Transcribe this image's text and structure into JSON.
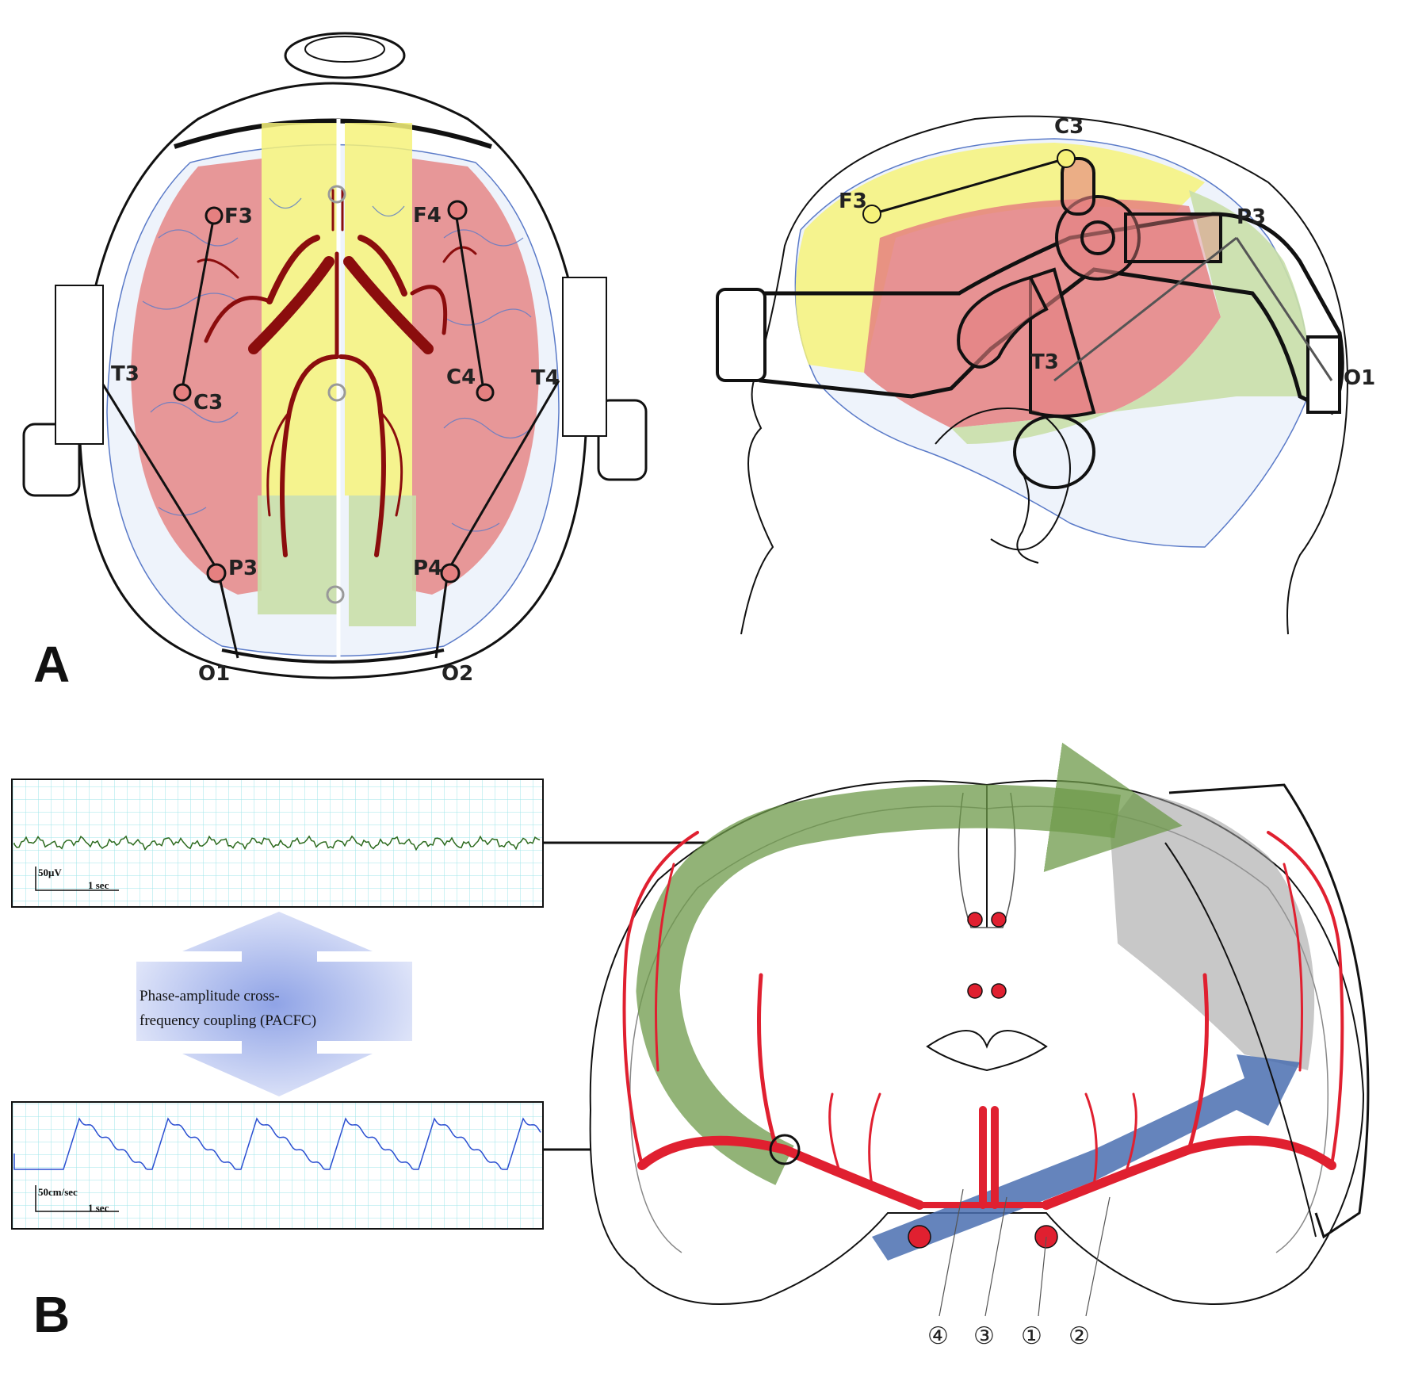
{
  "panels": {
    "a": "A",
    "b": "B"
  },
  "top_view_electrodes": {
    "f3": "F3",
    "f4": "F4",
    "t3": "T3",
    "t4": "T4",
    "c3": "C3",
    "c4": "C4",
    "p3": "P3",
    "p4": "P4",
    "o1": "O1",
    "o2": "O2"
  },
  "side_view_electrodes": {
    "f3": "F3",
    "c3": "C3",
    "p3": "P3",
    "t3": "T3",
    "o1": "O1"
  },
  "eeg_trace": {
    "amplitude_scale": "50μV",
    "time_scale": "1 sec",
    "color": "#2e6b1f"
  },
  "tcd_trace": {
    "velocity_scale": "50cm/sec",
    "time_scale": "1 sec",
    "color": "#2b4fd1"
  },
  "coupling": {
    "line1": "Phase-amplitude cross-",
    "line2": "frequency coupling (PACFC)"
  },
  "arteries": {
    "n4": "④",
    "n3": "③",
    "n1": "①",
    "n2": "②"
  },
  "colors": {
    "yellow": "#f6f27a",
    "red": "#e58080",
    "green": "#c9dfa8",
    "vessel_dark": "#8b0d0d",
    "vessel_red": "#e02030",
    "arrow_green": "#6e9a4a",
    "arrow_blue": "#4a6fb0",
    "grid": "#8fe3e8"
  }
}
